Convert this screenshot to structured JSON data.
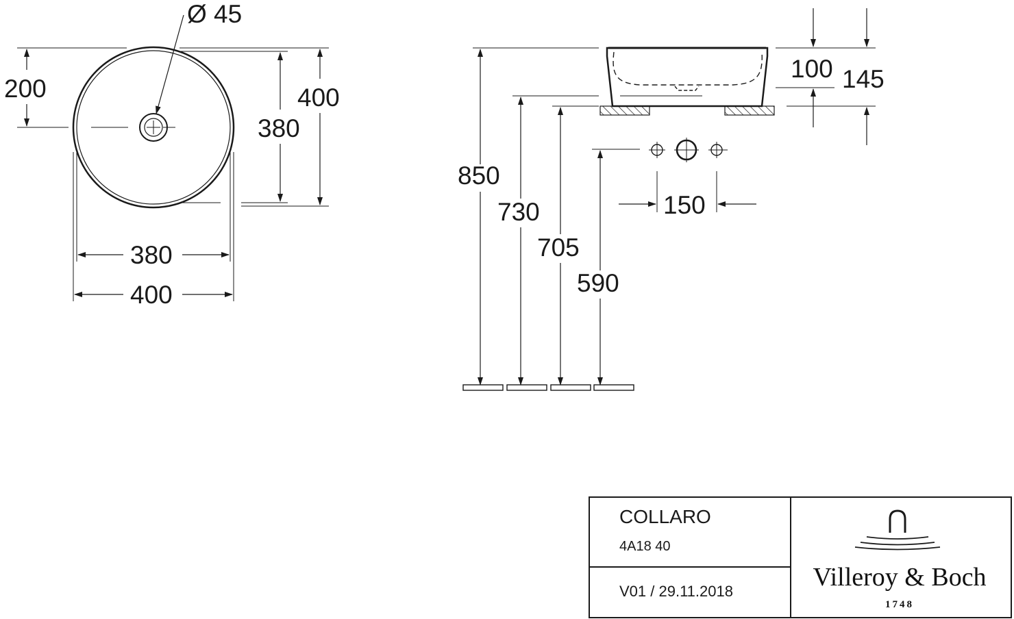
{
  "top_view": {
    "drain_diameter": "Ø 45",
    "dim_200": "200",
    "dim_380_v": "380",
    "dim_400_v": "400",
    "dim_380_h": "380",
    "dim_400_h": "400"
  },
  "side_view": {
    "dim_850": "850",
    "dim_730": "730",
    "dim_705": "705",
    "dim_590": "590",
    "dim_100": "100",
    "dim_145": "145",
    "dim_150": "150"
  },
  "title_block": {
    "product_name": "COLLARO",
    "article_number": "4A18 40",
    "version": "V01 / 29.11.2018",
    "brand_name": "Villeroy & Boch",
    "brand_year": "1748"
  },
  "colors": {
    "line": "#1a1a1a",
    "background": "#ffffff"
  }
}
